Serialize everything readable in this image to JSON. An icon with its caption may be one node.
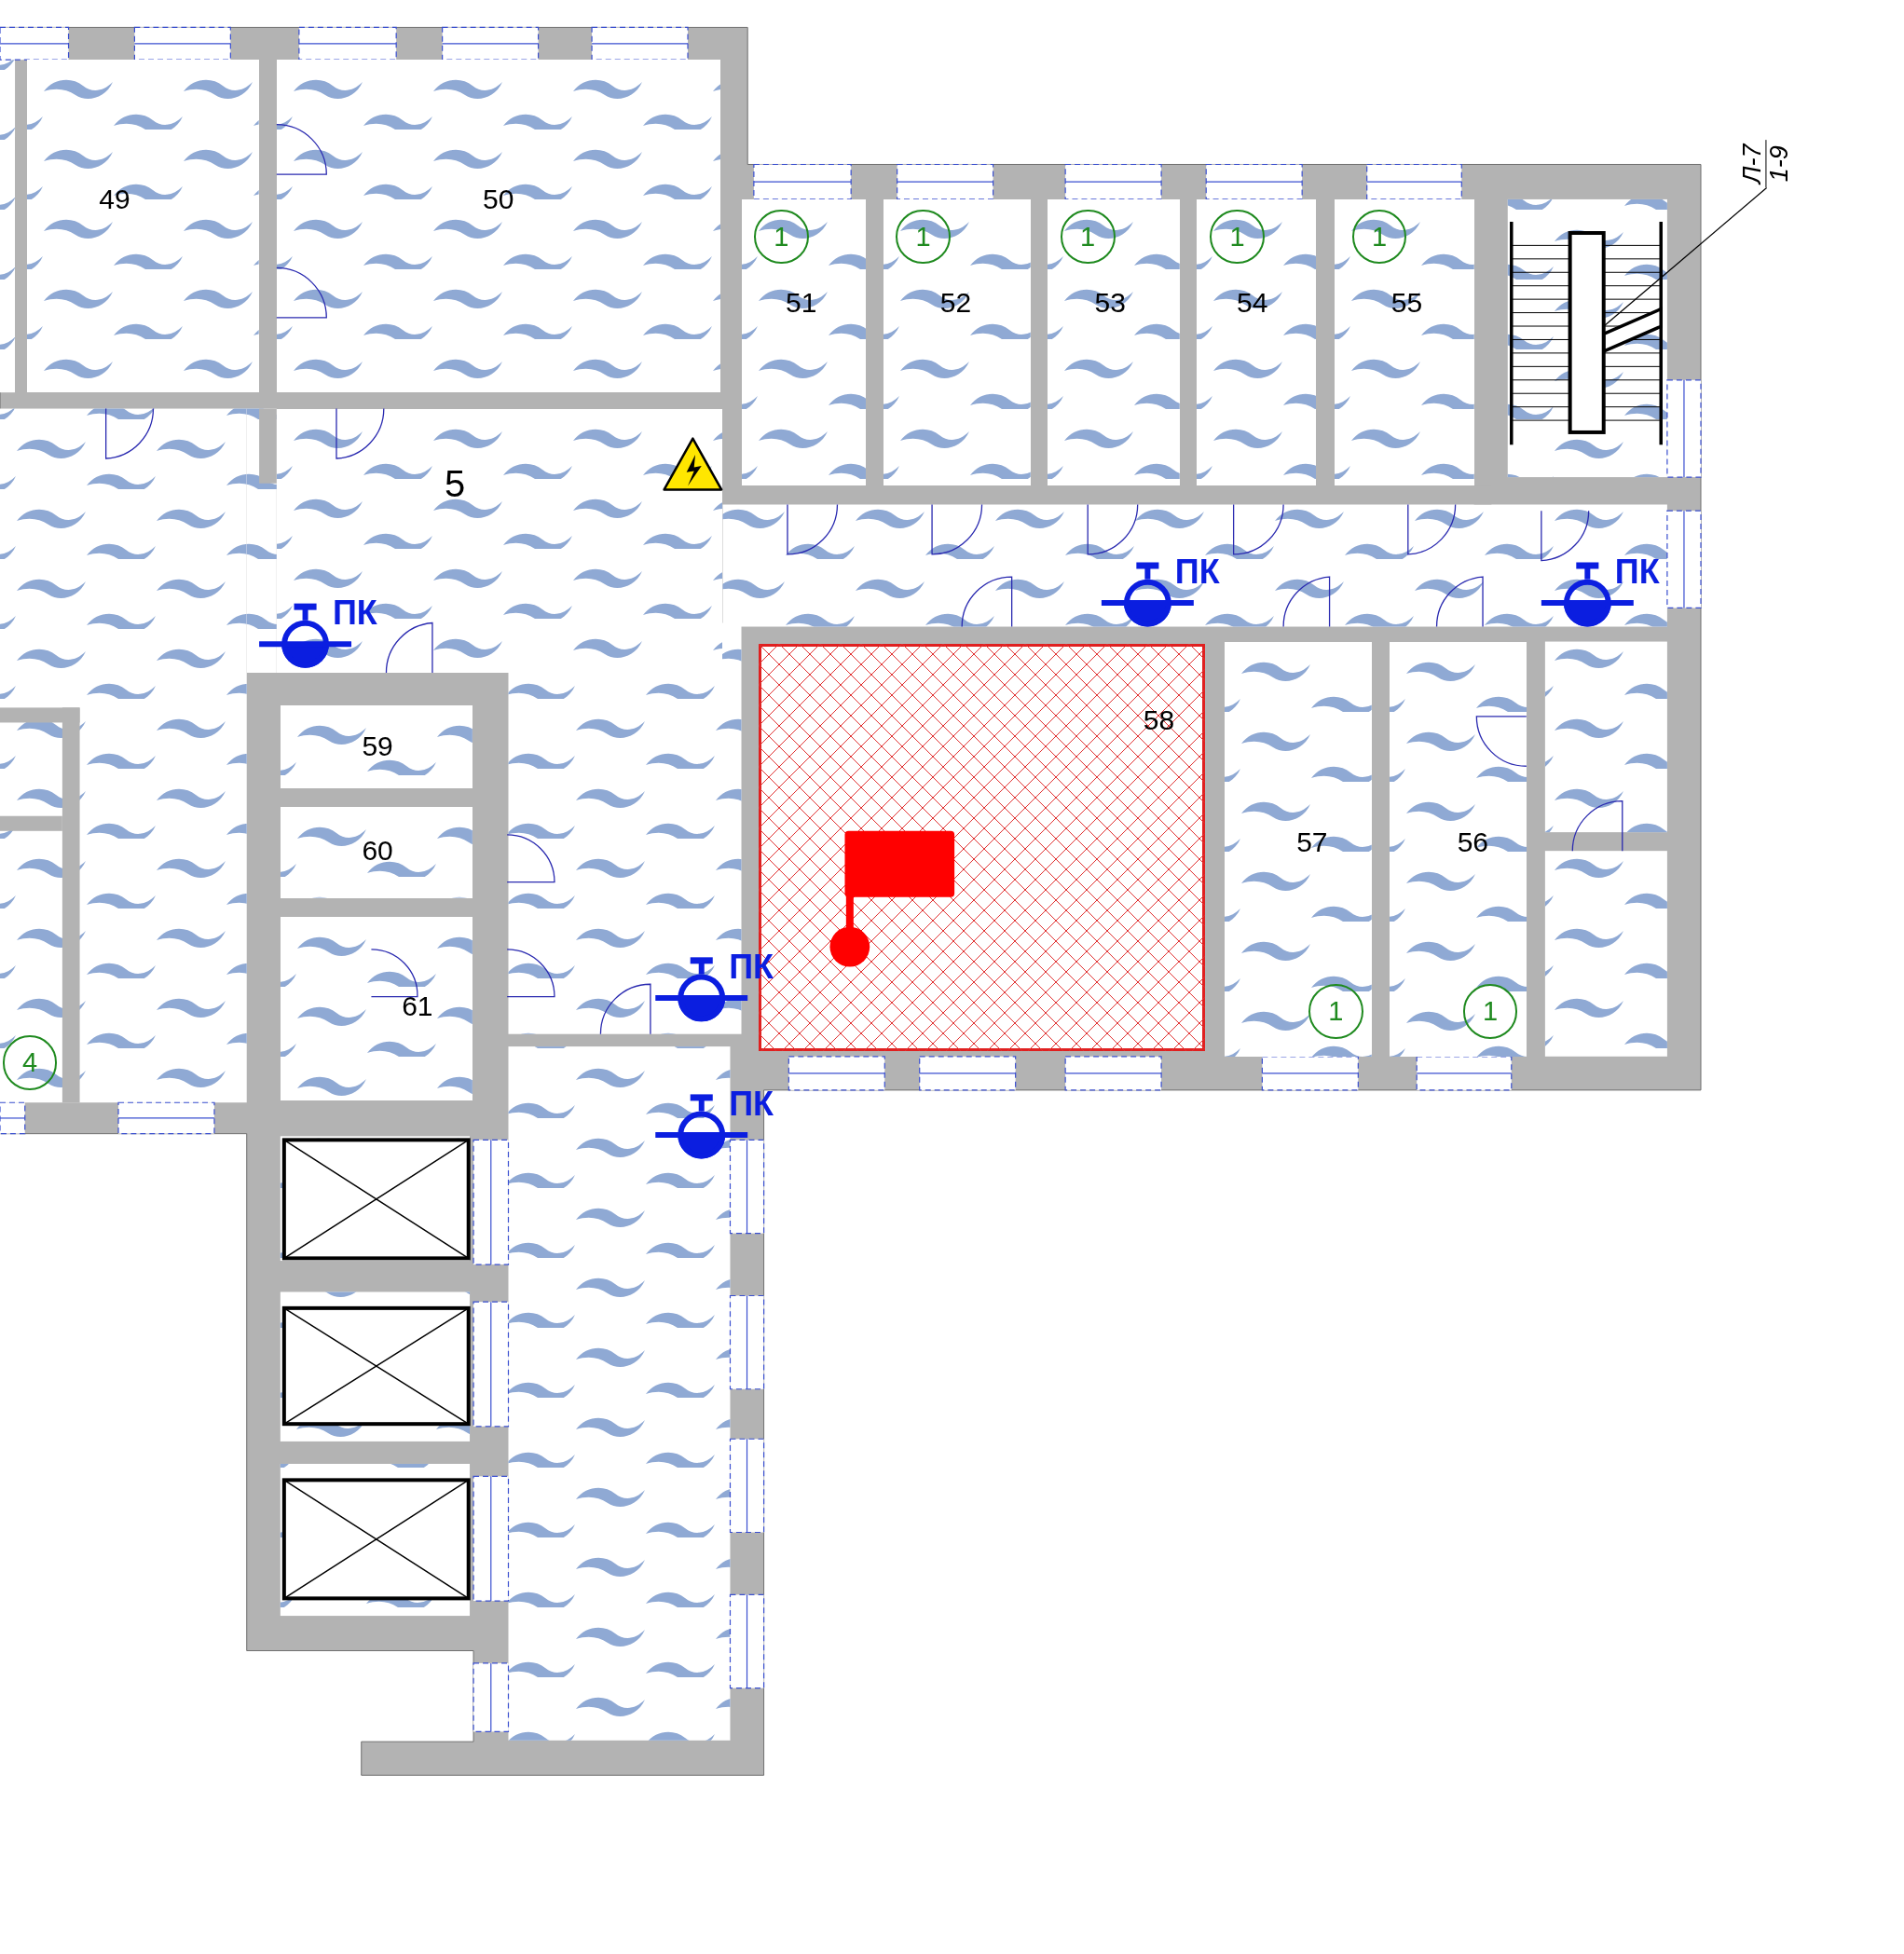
{
  "diagram": {
    "nodes": [
      {
        "text": [
          "49"
        ]
      },
      {
        "text": [
          "50"
        ]
      },
      {
        "text": [
          "5"
        ]
      },
      {
        "text": [
          "51"
        ]
      },
      {
        "text": [
          "1"
        ],
        "in": 3
      },
      {
        "text": [
          "52"
        ]
      },
      {
        "text": [
          "1"
        ],
        "in": 5
      },
      {
        "text": [
          "53"
        ]
      },
      {
        "text": [
          "1"
        ],
        "in": 7
      },
      {
        "text": [
          "54"
        ]
      },
      {
        "text": [
          "1"
        ],
        "in": 9
      },
      {
        "text": [
          "55"
        ]
      },
      {
        "text": [
          "1"
        ],
        "in": 11
      },
      {
        "text": [
          "58"
        ]
      },
      {
        "text": [
          "57"
        ]
      },
      {
        "text": [
          "1"
        ],
        "in": 14
      },
      {
        "text": [
          "56"
        ]
      },
      {
        "text": [
          "1"
        ],
        "in": 16
      },
      {
        "text": [
          "59"
        ]
      },
      {
        "text": [
          "60"
        ]
      },
      {
        "text": [
          "61"
        ]
      },
      {
        "text": [
          "4"
        ]
      },
      {
        "text": [
          "Л-7",
          "1-9"
        ]
      },
      {
        "text": [],
        "shape": "box"
      }
    ],
    "edges": [
      {
        "from": 22,
        "to": 23,
        "arrow": "none"
      }
    ],
    "labels": [
      "ПК",
      "ПК",
      "ПК",
      "ПК",
      "ПК"
    ]
  }
}
